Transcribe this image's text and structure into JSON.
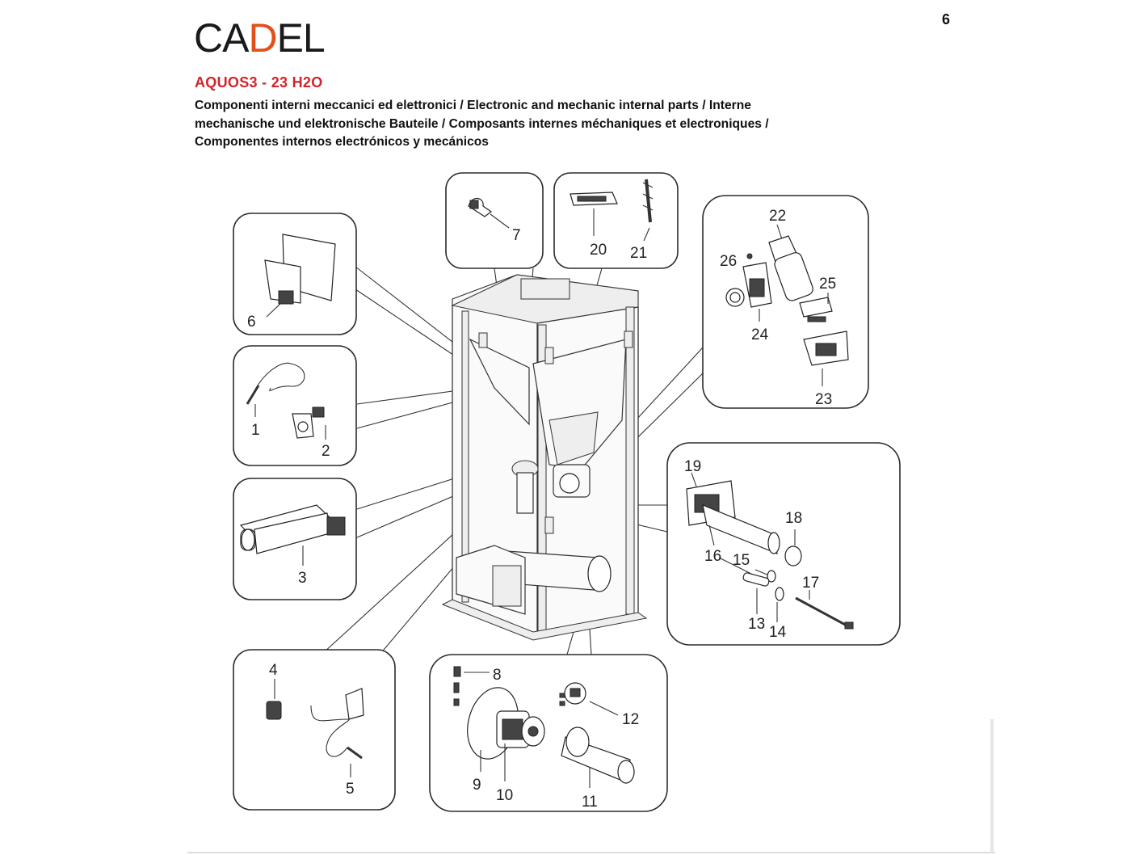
{
  "header": {
    "logo_pre": "CA",
    "logo_mid": "D",
    "logo_post": "EL",
    "page_number": "6",
    "model_title": "AQUOS3 - 23 H2O",
    "description_lines": [
      "Componenti interni meccanici ed elettronici / Electronic and mechanic internal parts / Interne",
      "mechanische und elektronische Bauteile / Composants internes méchaniques et electroniques /",
      "Componentes internos electrónicos y mecánicos"
    ]
  },
  "callouts": {
    "c1": "1",
    "c2": "2",
    "c3": "3",
    "c4": "4",
    "c5": "5",
    "c6": "6",
    "c7": "7",
    "c8": "8",
    "c9": "9",
    "c10": "10",
    "c11": "11",
    "c12": "12",
    "c13": "13",
    "c14": "14",
    "c15": "15",
    "c16": "16",
    "c17": "17",
    "c18": "18",
    "c19": "19",
    "c20": "20",
    "c21": "21",
    "c22": "22",
    "c23": "23",
    "c24": "24",
    "c25": "25",
    "c26": "26"
  },
  "colors": {
    "brand_red": "#d2232a",
    "logo_accent": "#e2511b",
    "line": "#2b2b2b"
  }
}
